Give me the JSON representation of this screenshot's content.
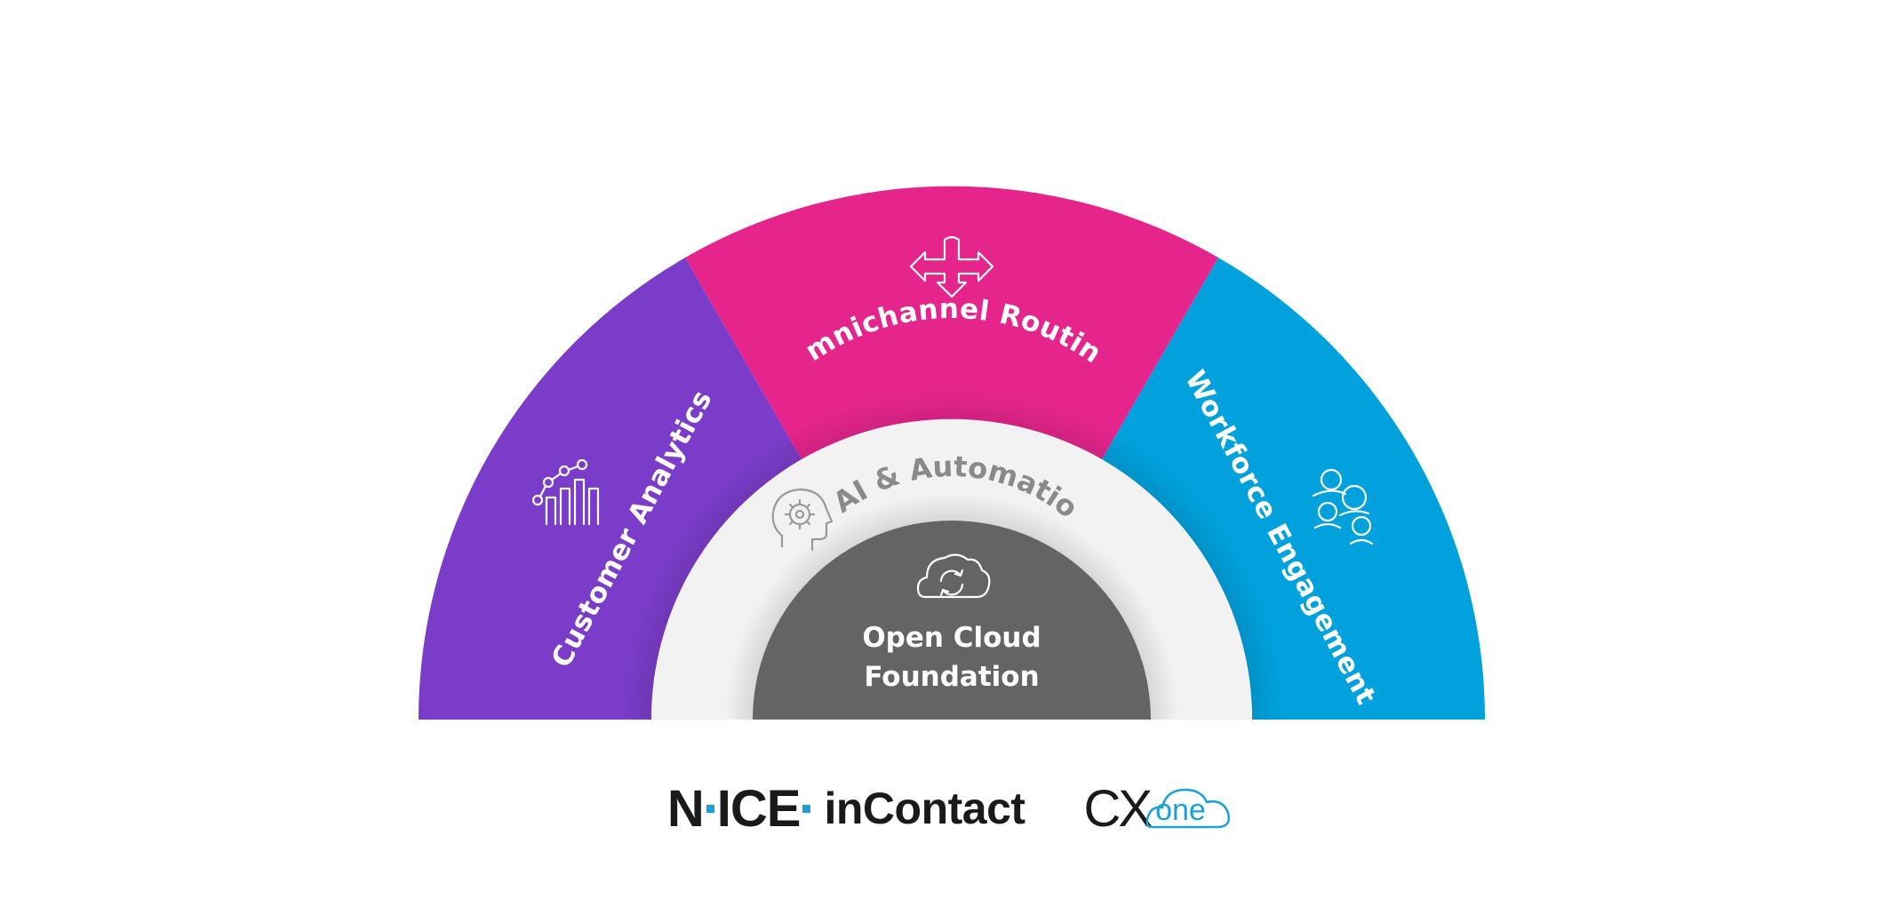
{
  "segments": {
    "customer_analytics": {
      "label": "Customer Analytics",
      "color": "#7b3dc9",
      "icon": "analytics-icon"
    },
    "omnichannel_routing": {
      "label": "Omnichannel Routing",
      "color": "#e5258c",
      "icon": "routing-arrows-icon"
    },
    "workforce_engagement": {
      "label": "Workforce Engagement",
      "color": "#00a1dc",
      "icon": "people-group-icon"
    }
  },
  "ai_ring": {
    "label": "AI & Automation",
    "color": "#f2f2f2",
    "icon": "gear-head-icon"
  },
  "core": {
    "line1": "Open Cloud",
    "line2": "Foundation",
    "color": "#636466",
    "icon": "cloud-sync-icon"
  },
  "logos": {
    "nice_parts": [
      "N",
      "I",
      "C",
      "E"
    ],
    "incontact": "inContact",
    "cx": "CX",
    "one": "one",
    "accent_color": "#1aa0d8"
  }
}
